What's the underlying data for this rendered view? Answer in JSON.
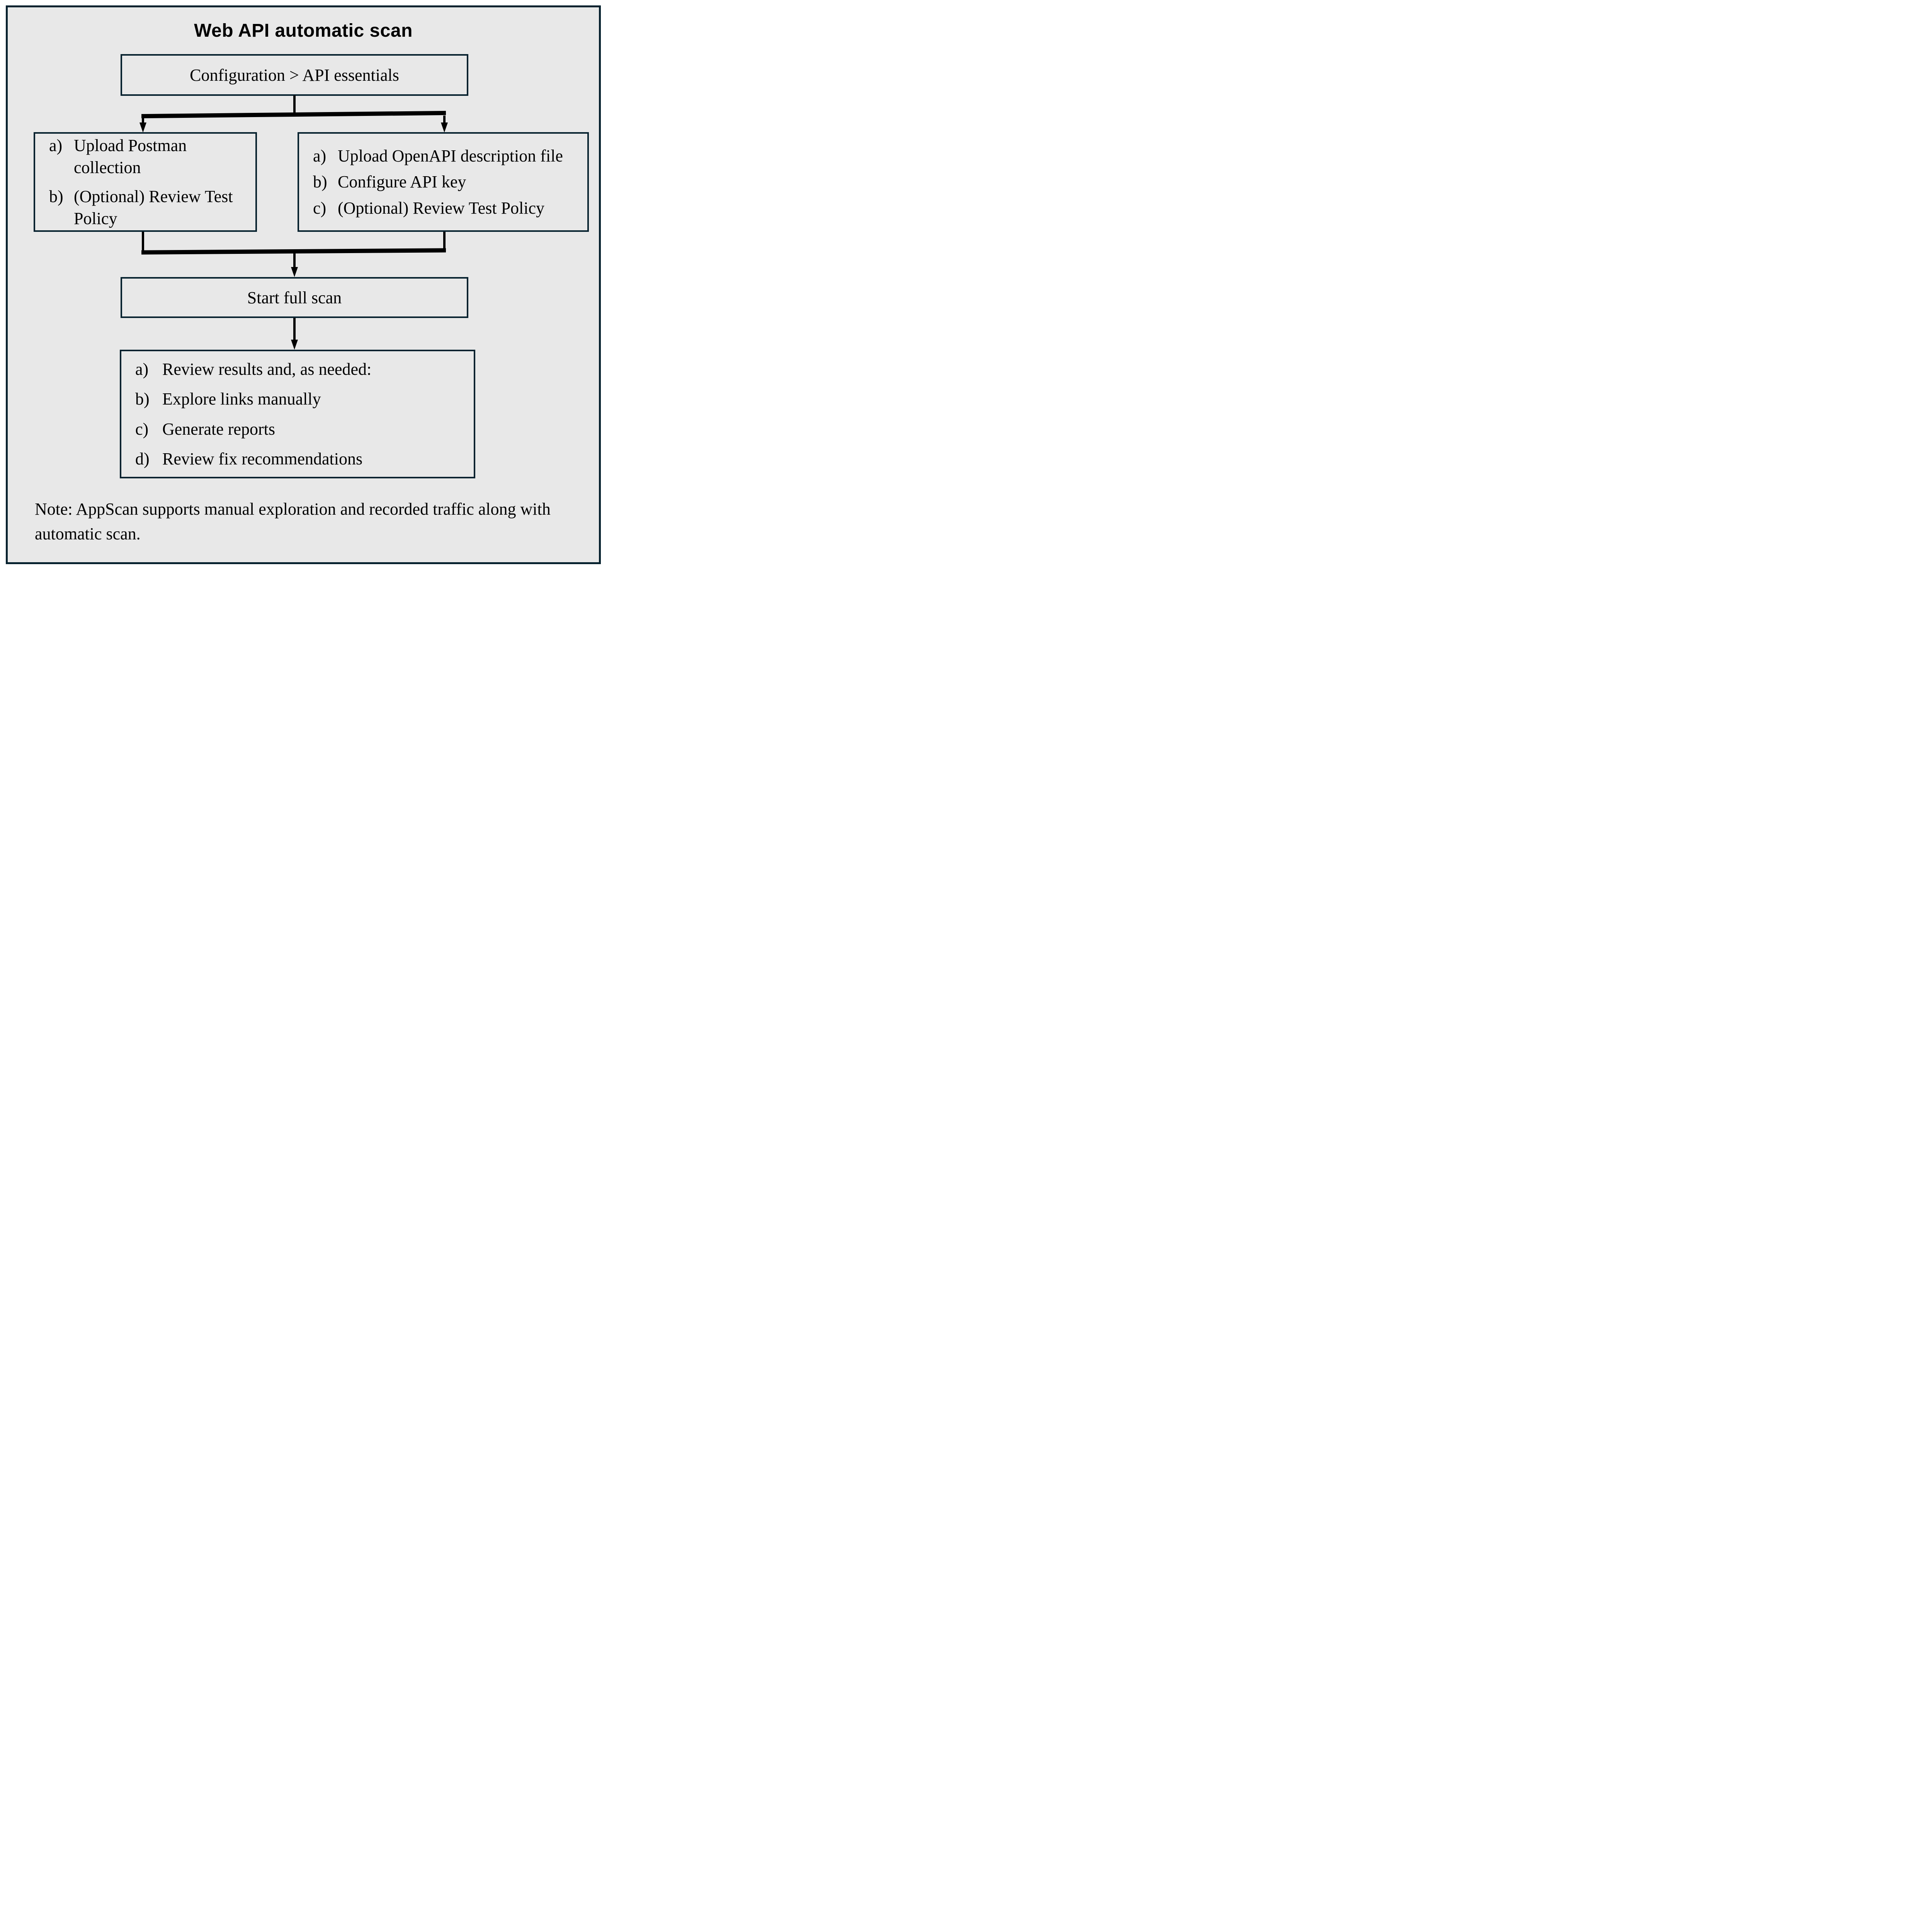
{
  "diagram": {
    "title": "Web API automatic scan",
    "config_box": {
      "label": "Configuration > API essentials"
    },
    "postman_box": {
      "items": [
        {
          "marker": "a)",
          "text": "Upload Postman collection"
        },
        {
          "marker": "b)",
          "text": "(Optional) Review Test Policy"
        }
      ]
    },
    "openapi_box": {
      "items": [
        {
          "marker": "a)",
          "text": "Upload OpenAPI description file"
        },
        {
          "marker": "b)",
          "text": "Configure API key"
        },
        {
          "marker": "c)",
          "text": "(Optional) Review Test Policy"
        }
      ]
    },
    "scan_box": {
      "label": "Start full scan"
    },
    "results_box": {
      "items": [
        {
          "marker": "a)",
          "text": "Review results and, as needed:"
        },
        {
          "marker": "b)",
          "text": "Explore links manually"
        },
        {
          "marker": "c)",
          "text": "Generate reports"
        },
        {
          "marker": "d)",
          "text": "Review fix recommendations"
        }
      ]
    },
    "note": "Note: AppScan supports manual exploration and recorded traffic along with automatic scan.",
    "colors": {
      "frame_border": "#07222f",
      "canvas_background": "#e8e8e8",
      "arrow": "#000000",
      "text": "#000000",
      "page_background": "#ffffff"
    }
  }
}
